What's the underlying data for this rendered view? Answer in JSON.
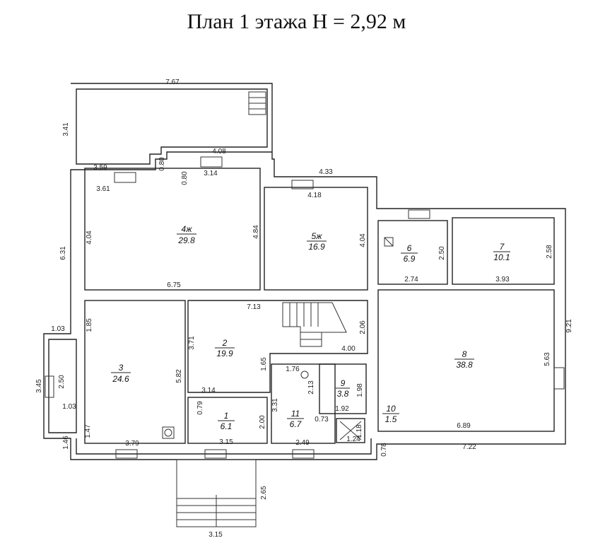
{
  "title": "План 1 этажа H = 2,92 м",
  "rooms": [
    {
      "num": "1",
      "area": "6.1"
    },
    {
      "num": "2",
      "area": "19.9"
    },
    {
      "num": "3",
      "area": "24.6"
    },
    {
      "num": "4ж",
      "area": "29.8"
    },
    {
      "num": "5ж",
      "area": "16.9"
    },
    {
      "num": "6",
      "area": "6.9"
    },
    {
      "num": "7",
      "area": "10.1"
    },
    {
      "num": "8",
      "area": "38.8"
    },
    {
      "num": "9",
      "area": "3.8"
    },
    {
      "num": "10",
      "area": "1.5"
    },
    {
      "num": "11",
      "area": "6.7"
    }
  ],
  "dims": {
    "top_7_67": "7.67",
    "left_3_41": "3.41",
    "d4_08": "4.08",
    "d3_14": "3.14",
    "d0_80a": "0.80",
    "d0_80b": "0.80",
    "d3_59": "3.59",
    "d3_61": "3.61",
    "d4_33": "4.33",
    "d4_18": "4.18",
    "d4_04a": "4.04",
    "d4_84": "4.84",
    "d4_04b": "4.04",
    "d6_31": "6.31",
    "d6_75": "6.75",
    "d2_50a": "2.50",
    "d2_58": "2.58",
    "d2_74": "2.74",
    "d3_93": "3.93",
    "d7_13": "7.13",
    "d1_85": "1.85",
    "d1_03a": "1.03",
    "d3_71": "3.71",
    "d2_06": "2.06",
    "d4_00": "4.00",
    "d9_21": "9.21",
    "d3_45": "3.45",
    "d2_50b": "2.50",
    "d5_82": "5.82",
    "d1_65": "1.65",
    "d1_76": "1.76",
    "d2_13": "2.13",
    "d1_98": "1.98",
    "d5_63": "5.63",
    "d1_03b": "1.03",
    "d3_14b": "3.14",
    "d0_79": "0.79",
    "d3_31": "3.31",
    "d1_92": "1.92",
    "d1_47": "1.47",
    "d2_00": "2.00",
    "d0_73": "0.73",
    "d1_18": "1.18",
    "d6_89": "6.89",
    "d1_46": "1.46",
    "d3_79": "3.79",
    "d3_15a": "3.15",
    "d2_49": "2.49",
    "d1_24": "1.24",
    "d0_78": "0.78",
    "d7_22": "7.22",
    "d2_65": "2.65",
    "d3_15b": "3.15"
  }
}
